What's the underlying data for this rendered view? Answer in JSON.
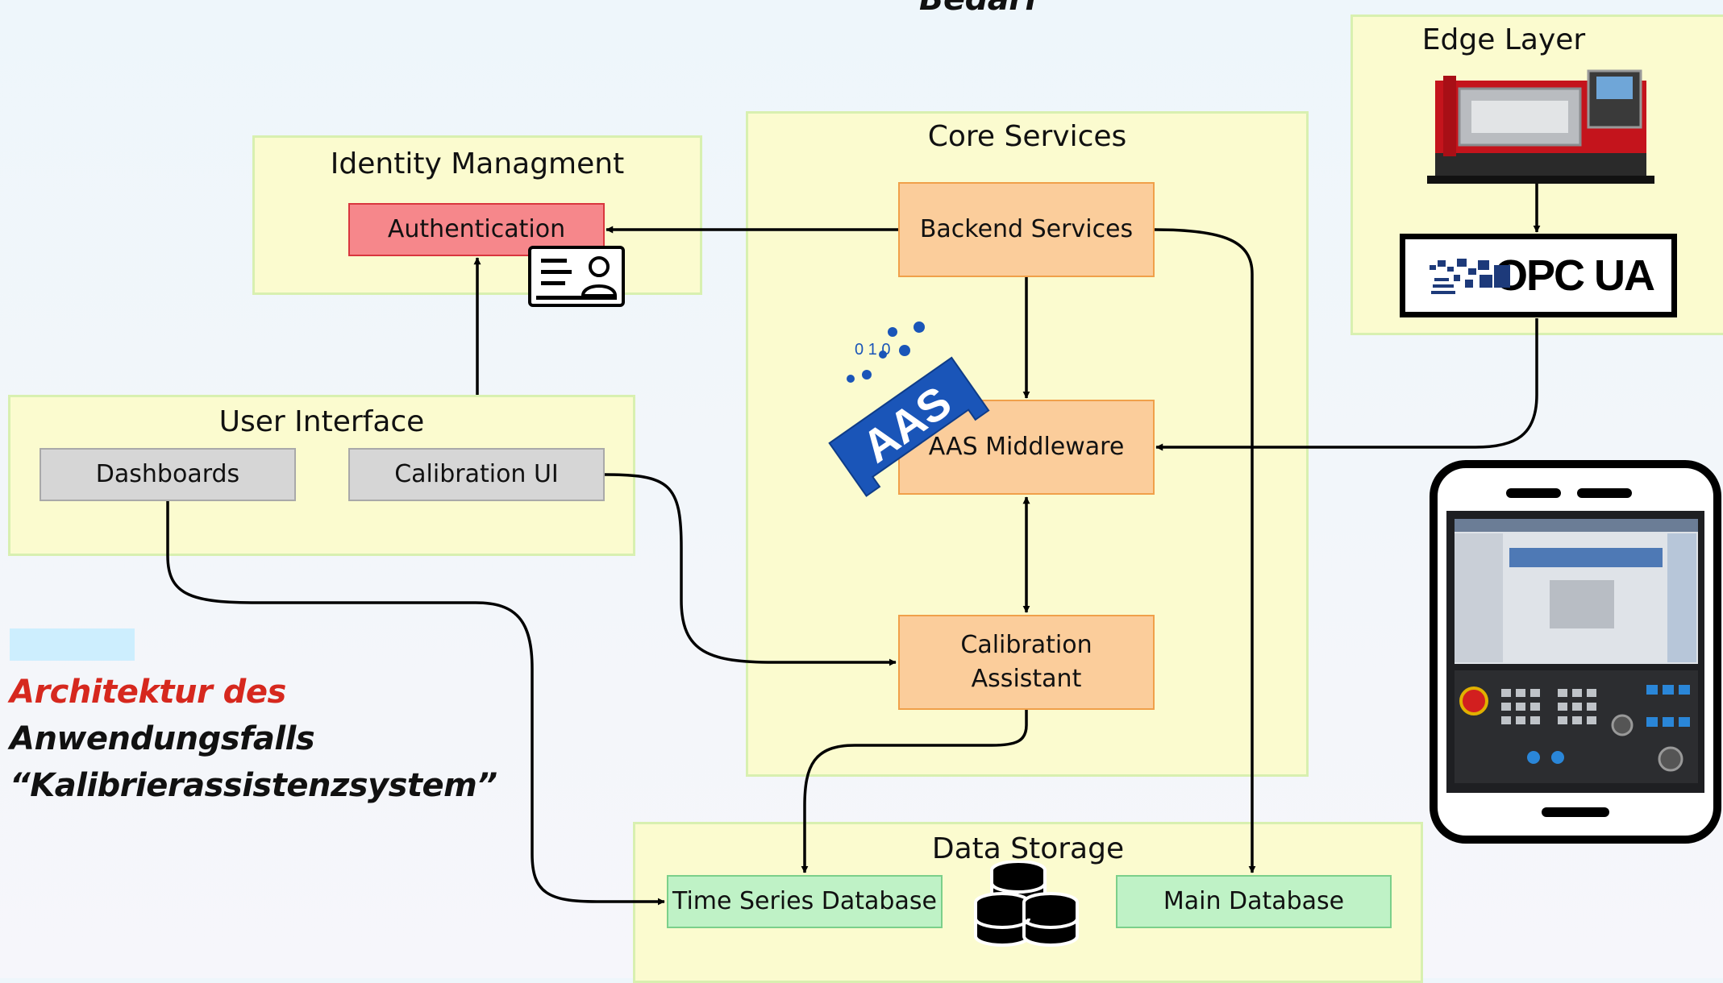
{
  "top_label": "Bedarf",
  "groups": {
    "identity": "Identity Managment",
    "core": "Core Services",
    "edge": "Edge Layer",
    "ui": "User Interface",
    "storage": "Data Storage"
  },
  "nodes": {
    "authentication": "Authentication",
    "backend": "Backend Services",
    "aas_middleware": "AAS Middleware",
    "calibration_assistant": "Calibration Assistant",
    "dashboards": "Dashboards",
    "calibration_ui": "Calibration UI",
    "time_series_db": "Time Series Database",
    "main_db": "Main Database"
  },
  "logos": {
    "aas": "AAS",
    "aas_bits": "0 1 0",
    "opc": "OPC UA"
  },
  "caption": {
    "part1": "Architektur des",
    "part2": "Anwendungsfalls",
    "line2": "“Kalibrierassistenzsystem”"
  },
  "colors": {
    "group_fill": "#fbfbcf",
    "service": "#fbcd9b",
    "ui": "#d6d6d6",
    "auth": "#f6878b",
    "database": "#bff2c6",
    "caption_accent": "#d6281e",
    "aas_blue": "#1a55b8"
  }
}
